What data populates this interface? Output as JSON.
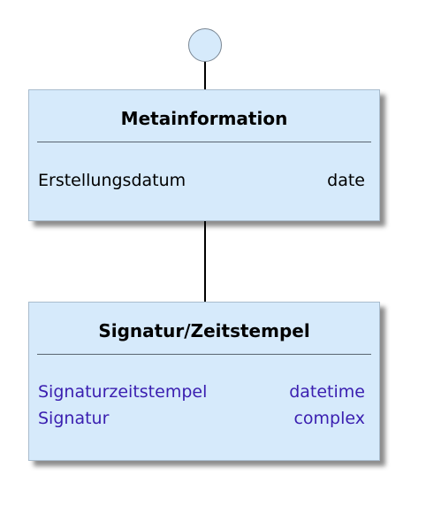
{
  "diagram": {
    "classes": [
      {
        "name": "Metainformation",
        "text_color": "#000000",
        "attributes": [
          {
            "name": "Erstellungsdatum",
            "type": "date"
          }
        ]
      },
      {
        "name": "Signatur/Zeitstempel",
        "text_color": "#3a1eb0",
        "attributes": [
          {
            "name": "Signaturzeitstempel",
            "type": "datetime"
          },
          {
            "name": "Signatur",
            "type": "complex"
          }
        ]
      }
    ],
    "fill_color": "#d6eafb",
    "line_color": "#000000"
  }
}
